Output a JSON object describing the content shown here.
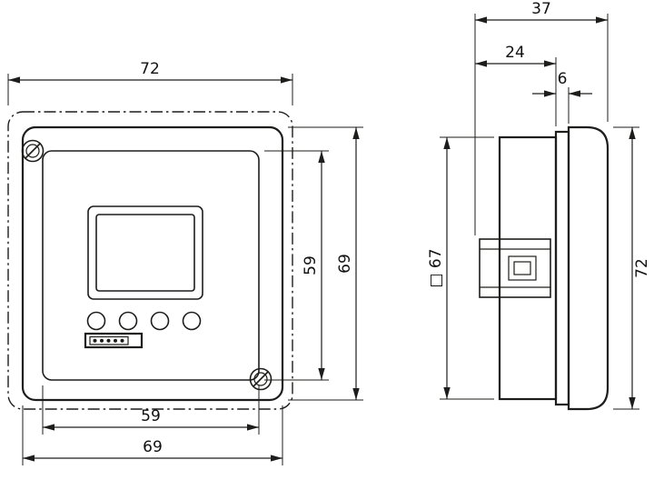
{
  "colors": {
    "background": "#ffffff",
    "line": "#1d1d1b"
  },
  "front_view": {
    "dimensions": {
      "frame_width": "72",
      "panel_height": "59",
      "face_height": "69",
      "panel_width": "59",
      "face_width": "69"
    }
  },
  "side_view": {
    "dimensions": {
      "total_depth": "37",
      "body_depth": "24",
      "collar_depth": "6",
      "body_square": "□ 67",
      "face_height": "72"
    }
  }
}
